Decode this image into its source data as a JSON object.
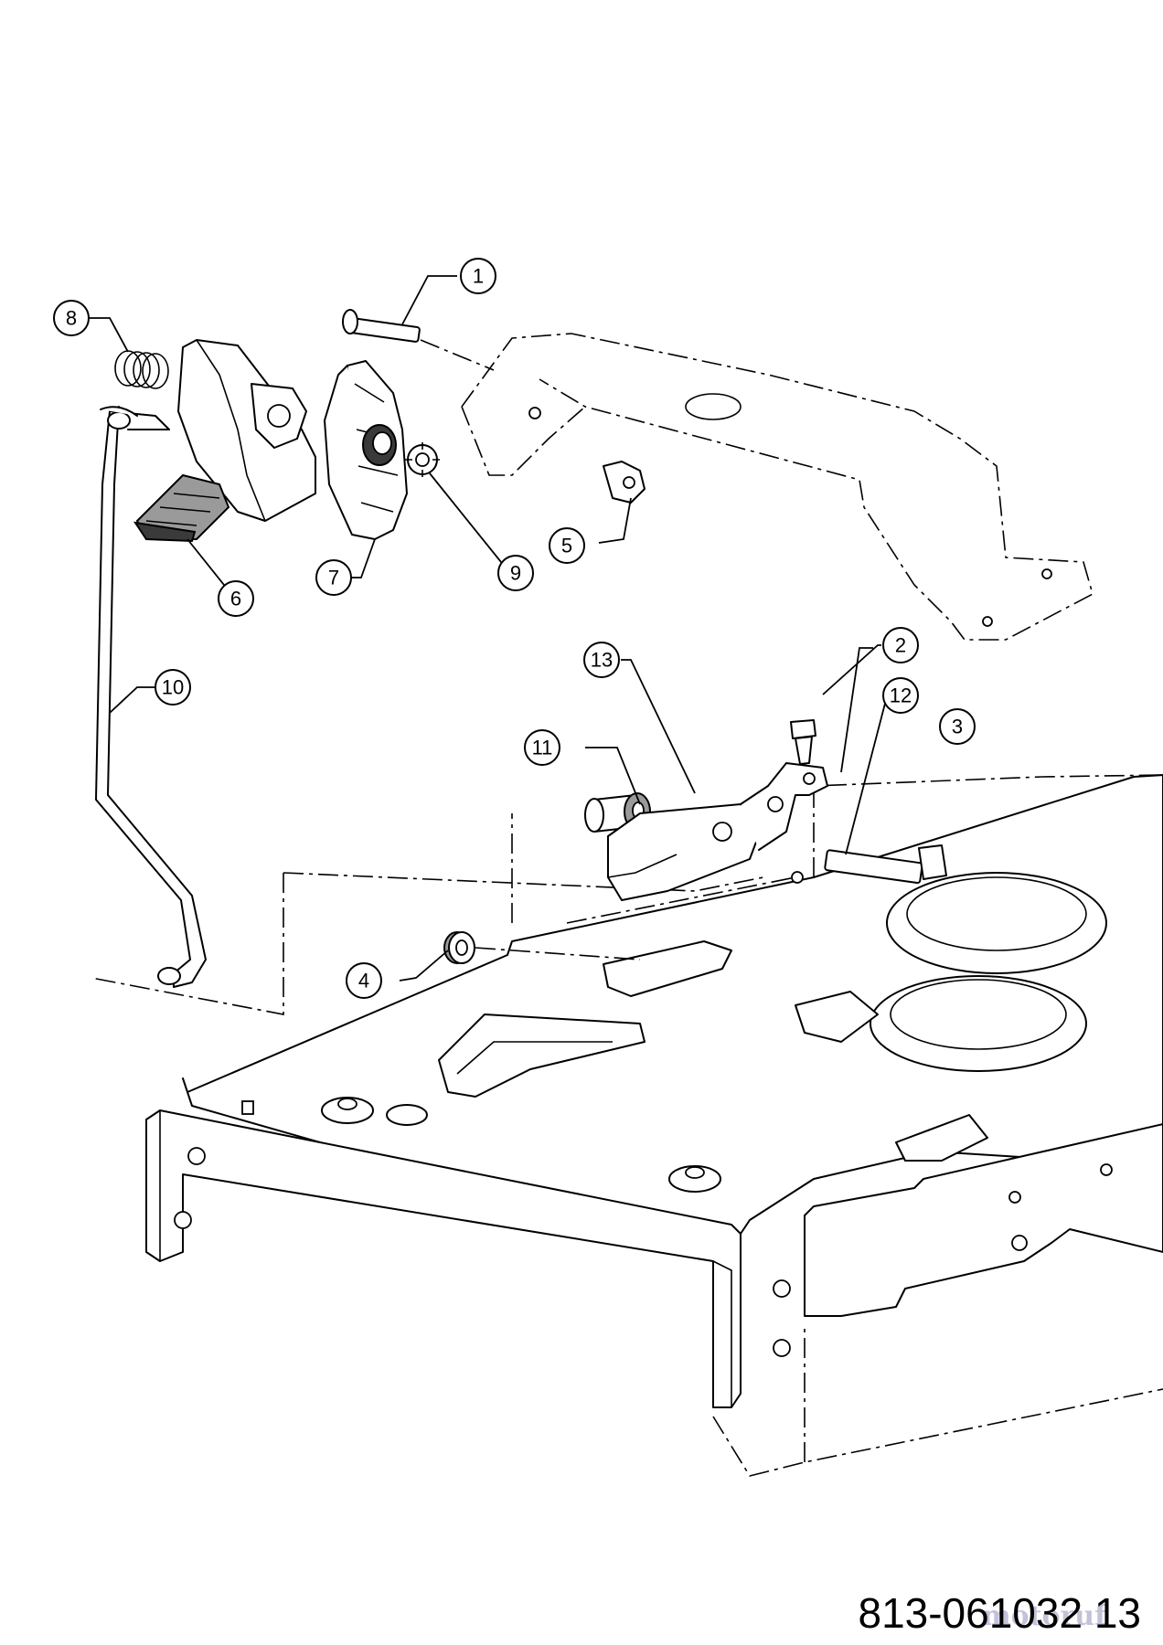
{
  "diagram": {
    "callouts": [
      {
        "id": "1",
        "label": "1"
      },
      {
        "id": "2",
        "label": "2"
      },
      {
        "id": "3",
        "label": "3"
      },
      {
        "id": "4",
        "label": "4"
      },
      {
        "id": "5",
        "label": "5"
      },
      {
        "id": "6",
        "label": "6"
      },
      {
        "id": "7",
        "label": "7"
      },
      {
        "id": "8",
        "label": "8"
      },
      {
        "id": "9",
        "label": "9"
      },
      {
        "id": "10",
        "label": "10"
      },
      {
        "id": "11",
        "label": "11"
      },
      {
        "id": "12",
        "label": "12"
      },
      {
        "id": "13",
        "label": "13"
      }
    ],
    "drawing_number": "813-061032 13",
    "watermark": "motoruf"
  }
}
